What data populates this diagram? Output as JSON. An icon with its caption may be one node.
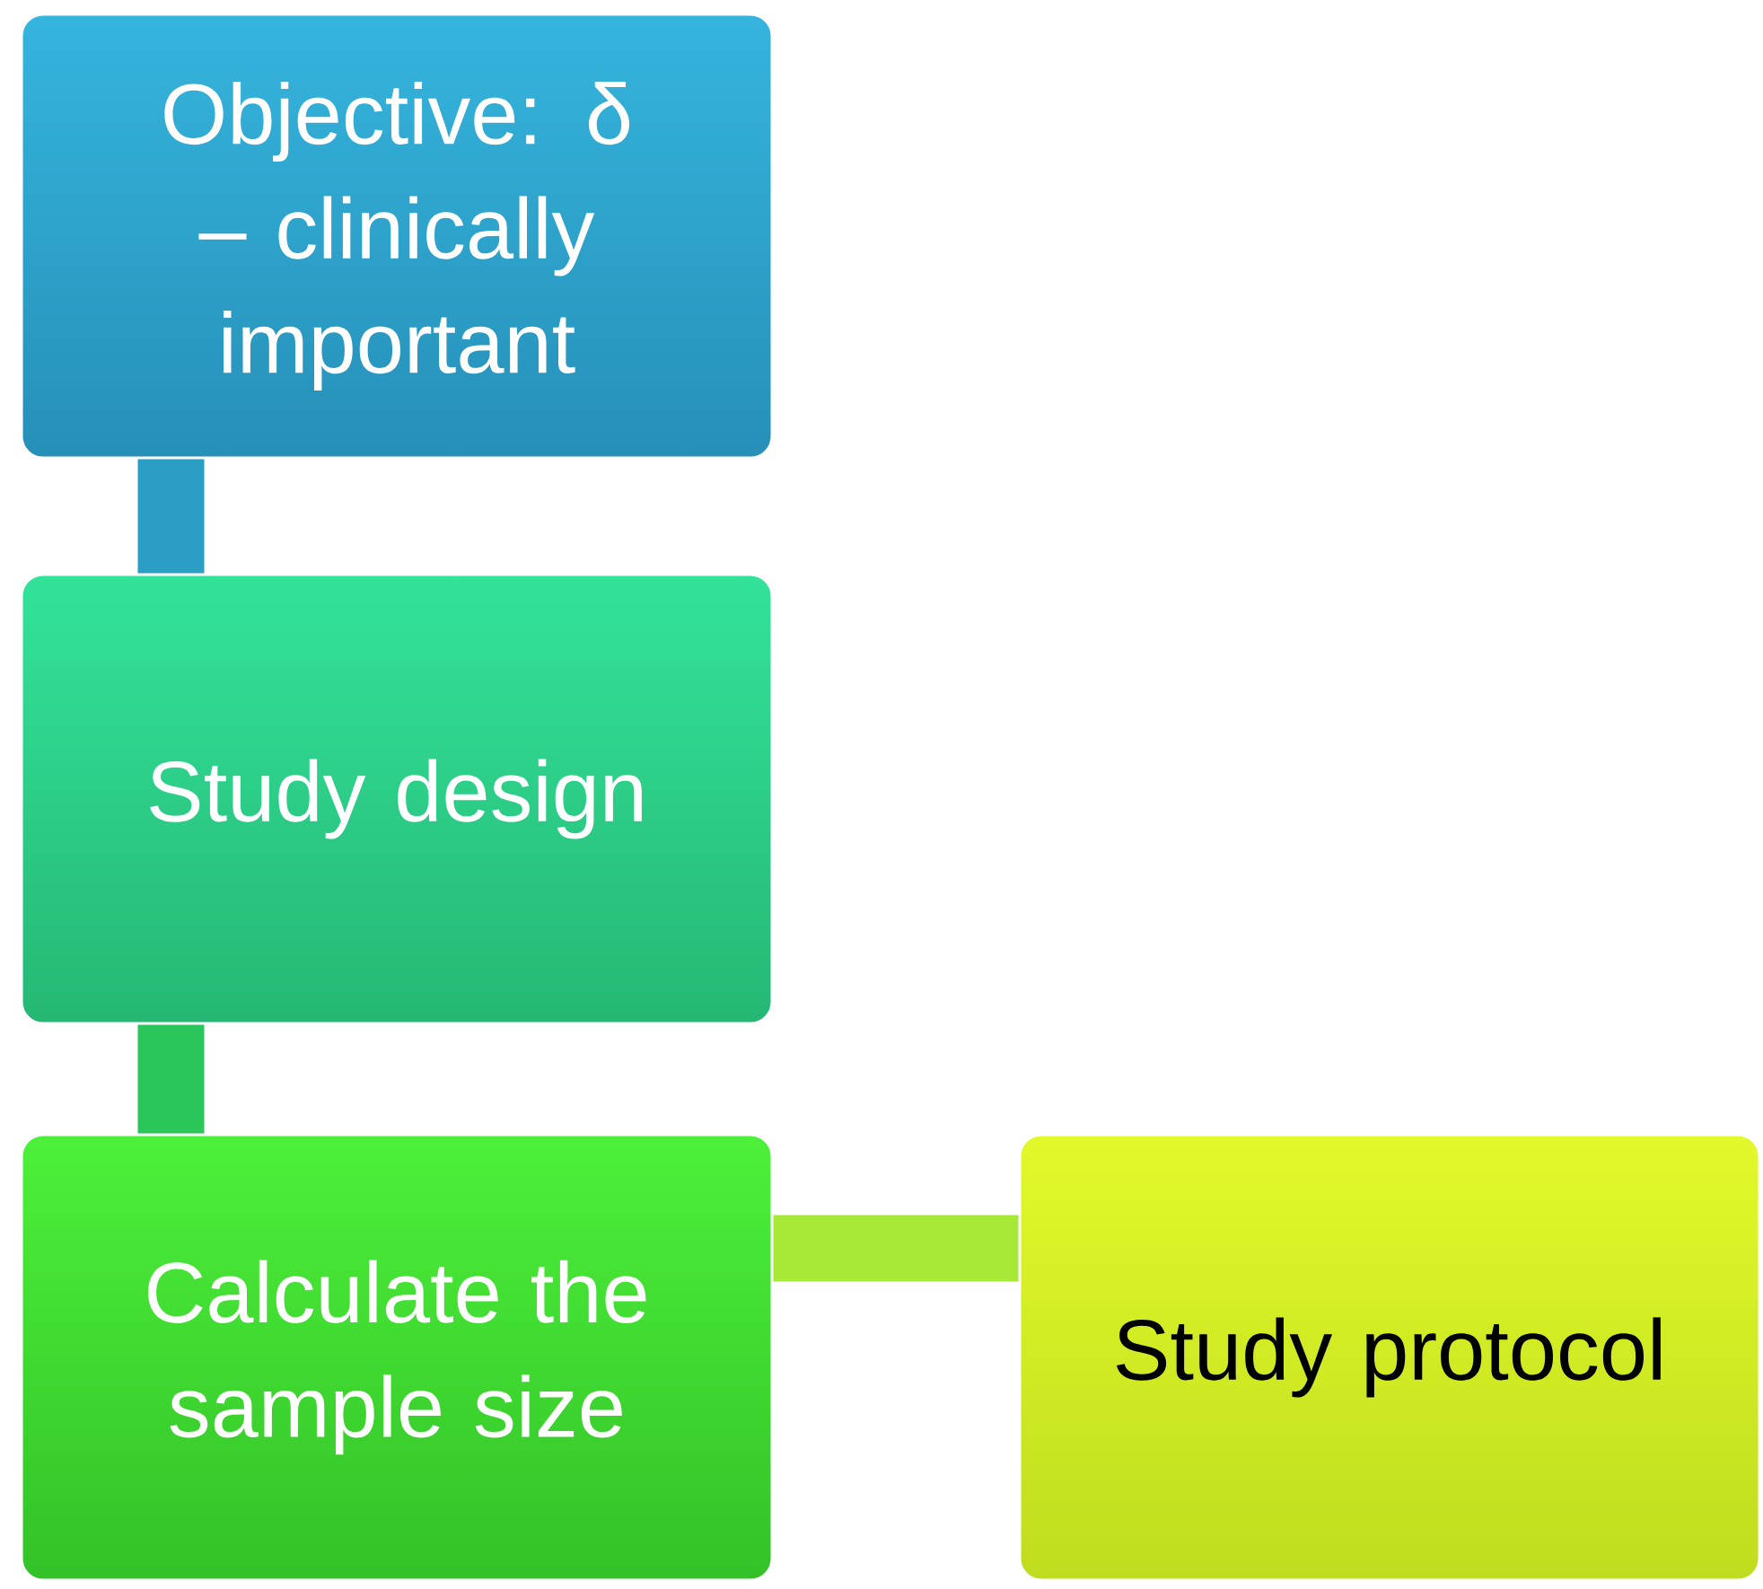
{
  "diagram": {
    "nodes": [
      {
        "text": [
          "Objective: δ – clinically important"
        ]
      },
      {
        "text": [
          "Study design"
        ]
      },
      {
        "text": [
          "Calculate the sample size"
        ]
      },
      {
        "text": [
          "Study protocol"
        ]
      }
    ],
    "edges": [
      {
        "from": 0,
        "to": 1,
        "arrow": "none",
        "color": "#2a9ec5"
      },
      {
        "from": 1,
        "to": 2,
        "arrow": "none",
        "color": "#2bc65a"
      },
      {
        "from": 2,
        "to": 3,
        "arrow": "none",
        "color": "#a8e836"
      }
    ]
  }
}
